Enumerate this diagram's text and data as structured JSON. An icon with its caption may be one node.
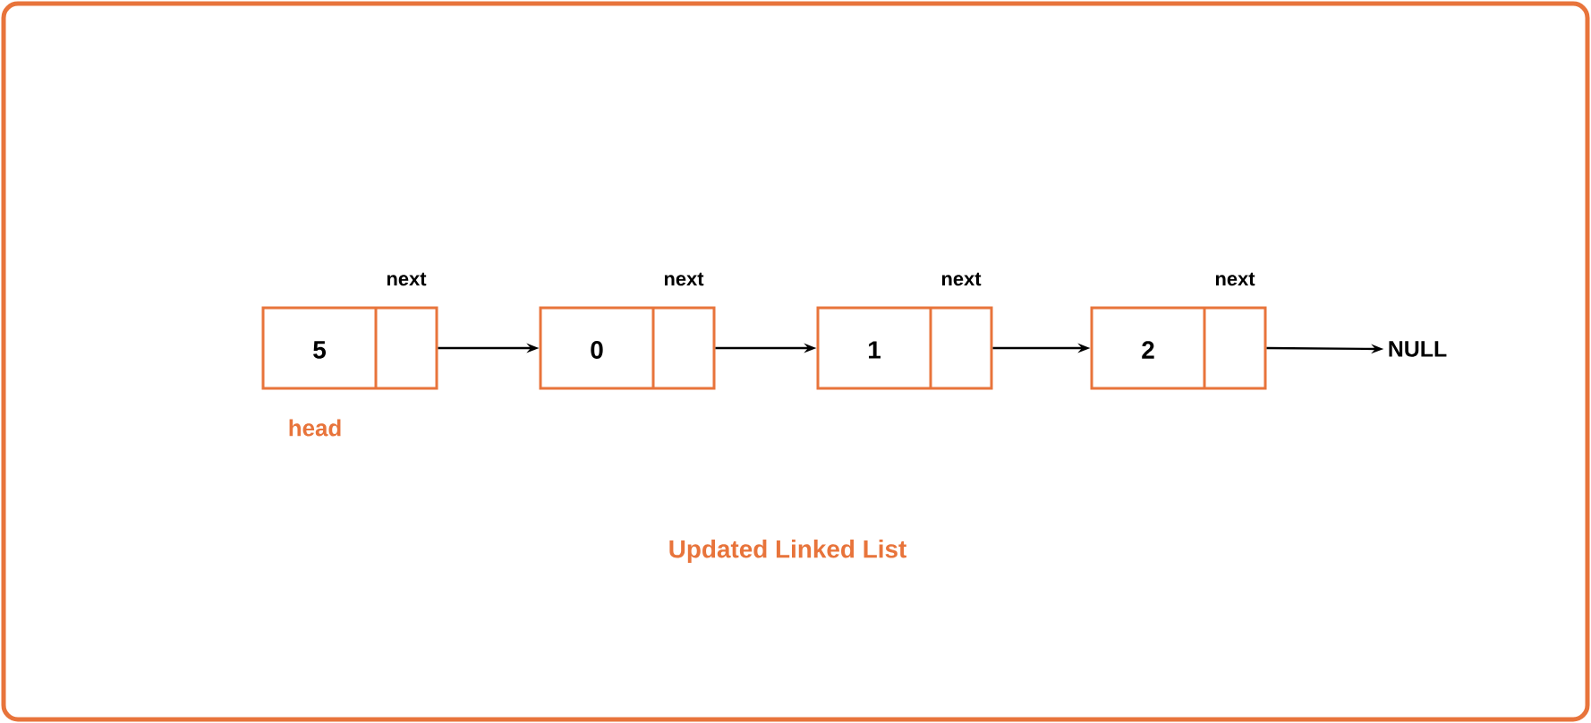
{
  "diagram": {
    "caption": "Updated Linked List",
    "nodes": [
      {
        "text": [
          "5"
        ],
        "beside": [
          "next",
          "head"
        ]
      },
      {
        "text": [
          "0"
        ],
        "beside": [
          "next"
        ]
      },
      {
        "text": [
          "1"
        ],
        "beside": [
          "next"
        ]
      },
      {
        "text": [
          "2"
        ],
        "beside": [
          "next"
        ]
      },
      {
        "text": [
          "NULL"
        ]
      }
    ],
    "edges": [
      {
        "from": 0,
        "to": 1,
        "arrow": "to"
      },
      {
        "from": 1,
        "to": 2,
        "arrow": "to"
      },
      {
        "from": 2,
        "to": 3,
        "arrow": "to"
      },
      {
        "from": 3,
        "to": 4,
        "arrow": "to"
      }
    ]
  }
}
